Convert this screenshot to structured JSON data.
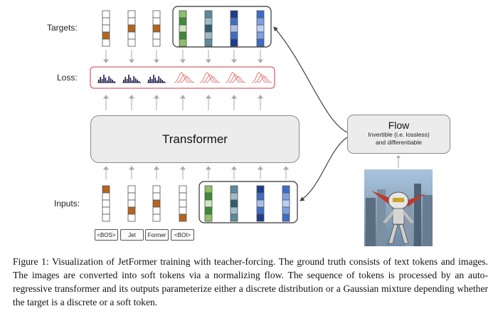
{
  "labels": {
    "targets": "Targets:",
    "loss": "Loss:",
    "inputs": "Inputs:"
  },
  "transformer": {
    "label": "Transformer"
  },
  "flow": {
    "title": "Flow",
    "line1": "Invertible (i.e. lossless)",
    "line2": "and differentiable"
  },
  "input_tokens": [
    "<BOS>",
    "Jet",
    "Former",
    "<BOI>"
  ],
  "caption": "Figure 1: Visualization of JetFormer training with teacher-forcing. The ground truth consists of text tokens and images. The images are converted into soft tokens via a normalizing flow. The sequence of tokens is processed by an auto-regressive transformer and its outputs parameterize either a discrete distribution or a Gaussian mixture depending whether the target is a discrete or a soft token.",
  "colors": {
    "discrete_token": "#b5651d",
    "green_token": [
      "#8fbf6a",
      "#3f8a3a",
      "#cfe5bf"
    ],
    "teal_token": [
      "#5d8a99",
      "#9fbcc6",
      "#2f5f6f"
    ],
    "blue_dark_token": [
      "#1f3d8a",
      "#3f6fc4",
      "#a9c0ea"
    ],
    "blue_light_token": [
      "#3d6cc9",
      "#7ea0e0",
      "#bcd0f2"
    ],
    "loss_box_border": "#d9626a",
    "histogram": "#1a1a4a",
    "gaussian": "#e07070",
    "arrow": "#aaaaaa"
  },
  "icons": [
    "robot-image",
    "histogram-icon",
    "gaussian-mixture-icon"
  ]
}
